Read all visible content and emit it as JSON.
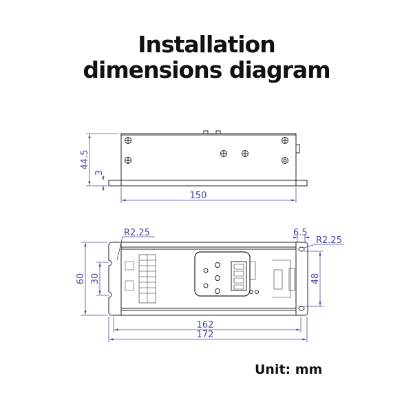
{
  "title": {
    "line1": "Installation",
    "line2": "dimensions diagram"
  },
  "unit_label": "Unit: mm",
  "side_view": {
    "height": "44.5",
    "base_thickness": "3",
    "length": "150"
  },
  "top_view": {
    "slot_radius": "R2.25",
    "hole_radius": "R2.25",
    "hole_offset": "6.5",
    "overall_height": "60",
    "slot_spacing": "30",
    "hole_spacing": "48",
    "inner_length": "162",
    "overall_length": "172"
  },
  "colors": {
    "dimension": "#4646a8",
    "outline": "#222222",
    "title": "#111111"
  }
}
